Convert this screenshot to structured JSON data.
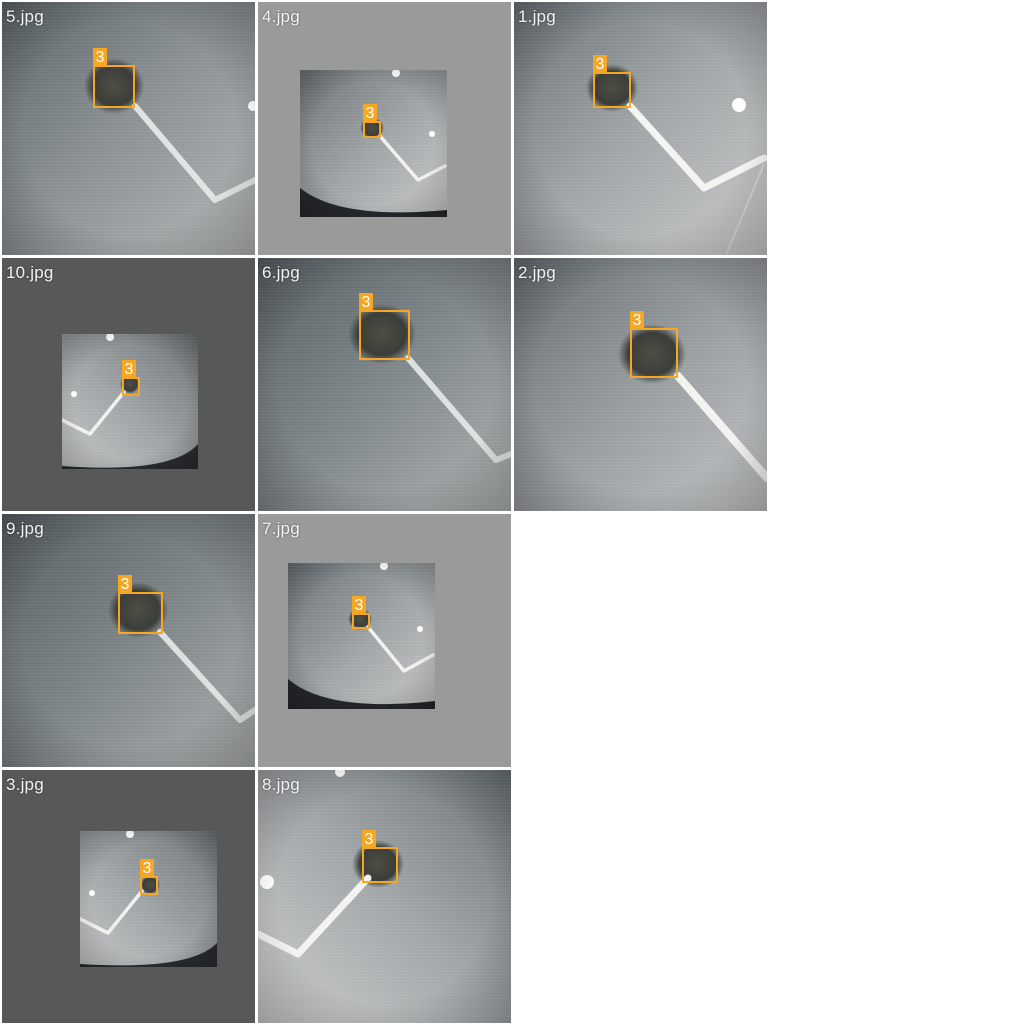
{
  "tiles": [
    {
      "filename": "5.jpg",
      "label": "3"
    },
    {
      "filename": "4.jpg",
      "label": "3"
    },
    {
      "filename": "1.jpg",
      "label": "3"
    },
    {
      "filename": "10.jpg",
      "label": "3"
    },
    {
      "filename": "6.jpg",
      "label": "3"
    },
    {
      "filename": "2.jpg",
      "label": "3"
    },
    {
      "filename": "9.jpg",
      "label": "3"
    },
    {
      "filename": "7.jpg",
      "label": "3"
    },
    {
      "filename": "3.jpg",
      "label": "3"
    },
    {
      "filename": "8.jpg",
      "label": "3"
    }
  ],
  "colors": {
    "box": "#f5a623",
    "label_text": "#ffffff",
    "filename_text": "#f2f2f2",
    "pad_light": "#9a9a9a",
    "pad_dark": "#585858",
    "page": "#ffffff"
  }
}
